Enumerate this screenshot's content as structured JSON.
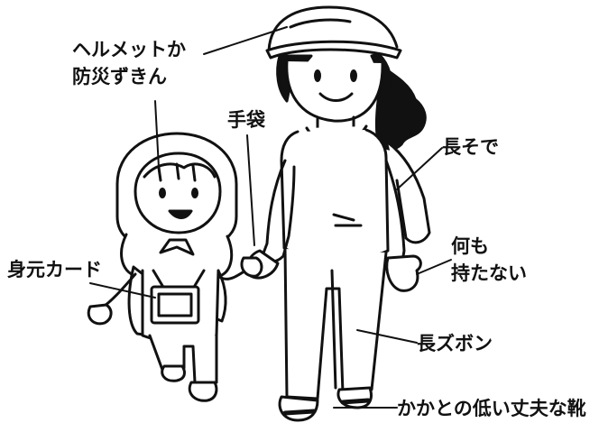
{
  "labels": {
    "helmet": [
      "ヘルメットか",
      "防災ずきん"
    ],
    "gloves": "手袋",
    "long_sleeves": "長そで",
    "id_card": "身元カード",
    "nothing_held": [
      "何も",
      "持たない"
    ],
    "long_pants": "長ズボン",
    "shoes": "かかとの低い丈夫な靴"
  },
  "colors": {
    "ink": "#111111",
    "paper": "#ffffff"
  }
}
